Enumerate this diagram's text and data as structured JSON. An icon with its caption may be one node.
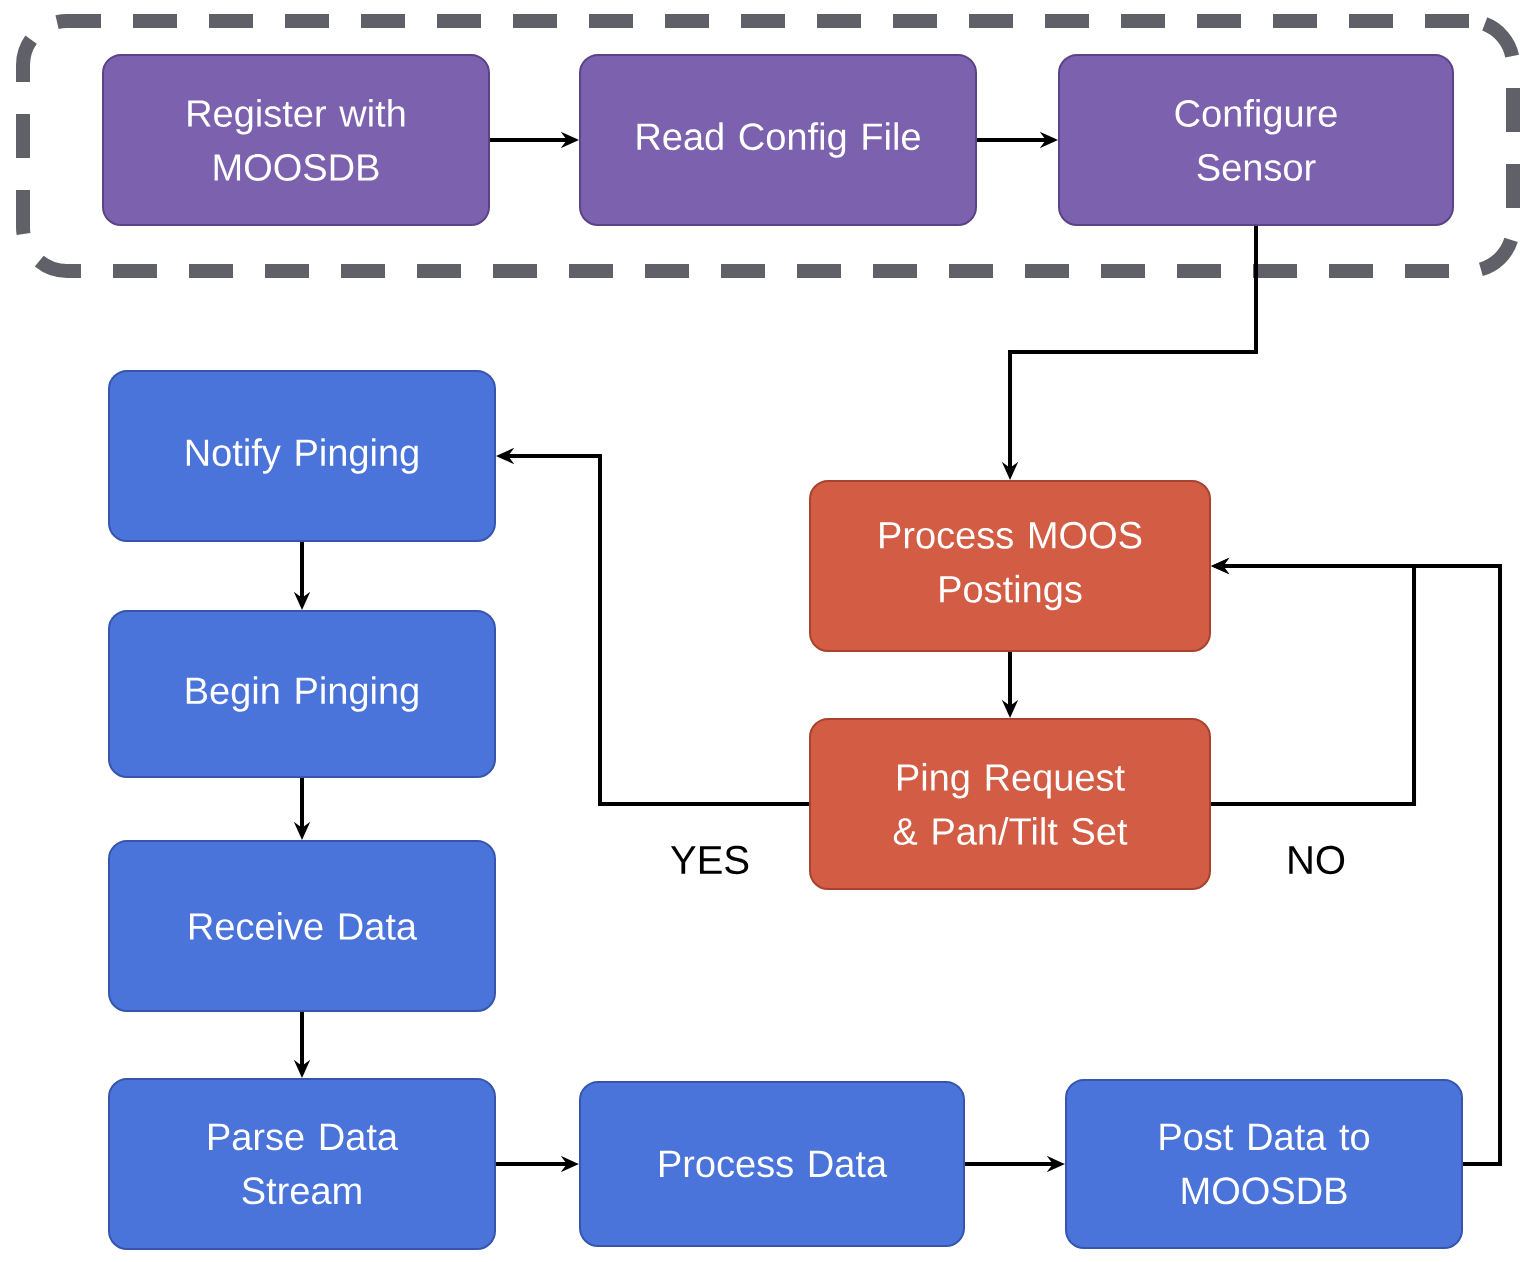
{
  "diagram": {
    "nodes": [
      {
        "text": [],
        "shape": "box"
      },
      {
        "text": [
          "Register with MOOSDB"
        ],
        "in": 0
      },
      {
        "text": [
          "Read Config File"
        ],
        "in": 0
      },
      {
        "text": [
          "Configure Sensor"
        ],
        "in": 0
      },
      {
        "text": [
          "Notify Pinging"
        ]
      },
      {
        "text": [
          "Process MOOS Postings"
        ]
      },
      {
        "text": [
          "Begin Pinging"
        ]
      },
      {
        "text": [
          "Ping Request & Pan/Tilt Set"
        ]
      },
      {
        "text": [
          "Receive Data"
        ]
      },
      {
        "text": [
          "Parse Data Stream"
        ]
      },
      {
        "text": [
          "Process Data"
        ]
      },
      {
        "text": [
          "Post Data to MOOSDB"
        ]
      }
    ],
    "edges": [
      {
        "from": 1,
        "to": 2,
        "arrow": "to"
      },
      {
        "from": 2,
        "to": 3,
        "arrow": "to"
      },
      {
        "from": 3,
        "to": 5,
        "arrow": "to"
      },
      {
        "from": 5,
        "to": 7,
        "arrow": "to"
      },
      {
        "from": 7,
        "to": 4,
        "arrow": "to",
        "label": "YES"
      },
      {
        "from": 7,
        "to": 5,
        "arrow": "to",
        "label": "NO"
      },
      {
        "from": 4,
        "to": 6,
        "arrow": "to"
      },
      {
        "from": 6,
        "to": 8,
        "arrow": "to"
      },
      {
        "from": 8,
        "to": 9,
        "arrow": "to"
      },
      {
        "from": 9,
        "to": 10,
        "arrow": "to"
      },
      {
        "from": 10,
        "to": 11,
        "arrow": "to"
      },
      {
        "from": 11,
        "to": 5,
        "arrow": "to"
      }
    ]
  }
}
